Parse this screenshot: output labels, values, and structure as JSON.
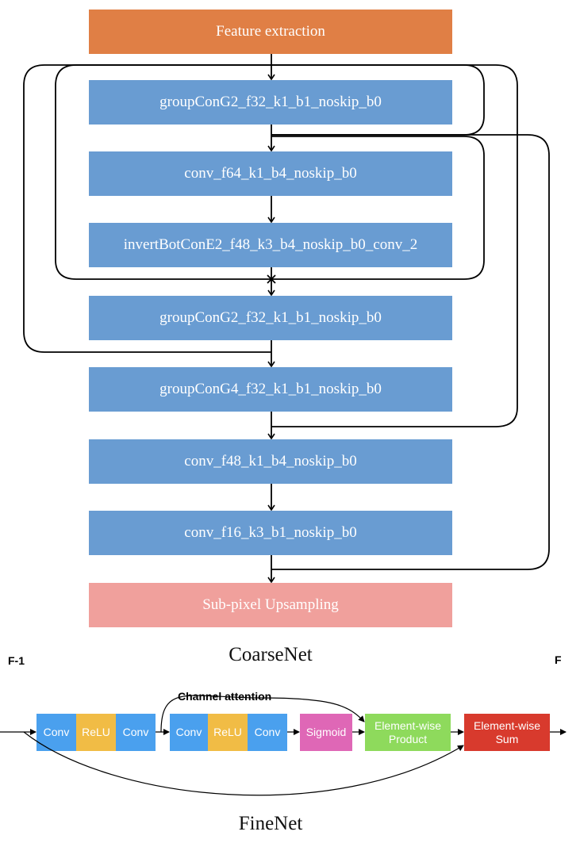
{
  "coarsenet": {
    "feature_extraction": "Feature extraction",
    "layers": [
      "groupConG2_f32_k1_b1_noskip_b0",
      "conv_f64_k1_b4_noskip_b0",
      "invertBotConE2_f48_k3_b4_noskip_b0_conv_2",
      "groupConG2_f32_k1_b1_noskip_b0",
      "groupConG4_f32_k1_b1_noskip_b0",
      "conv_f48_k1_b4_noskip_b0",
      "conv_f16_k3_b1_noskip_b0"
    ],
    "upsampling": "Sub-pixel Upsampling",
    "caption": "CoarseNet"
  },
  "finenet": {
    "input_label": "F-1",
    "output_label": "F",
    "attention_label": "Channel attention",
    "blocks": {
      "conv1": "Conv",
      "relu1": "ReLU",
      "conv2": "Conv",
      "conv3": "Conv",
      "relu2": "ReLU",
      "conv4": "Conv",
      "sigmoid": "Sigmoid",
      "product": "Element-wise\nProduct",
      "sum": "Element-wise\nSum"
    },
    "caption": "FineNet"
  },
  "colors": {
    "feature_extraction": "#E07F45",
    "layer": "#699CD2",
    "upsampling": "#F0A09C",
    "conv": "#4AA0EE",
    "relu": "#F1BC45",
    "sigmoid": "#DF67B6",
    "product": "#8EDA5C",
    "sum": "#D83A2D"
  }
}
